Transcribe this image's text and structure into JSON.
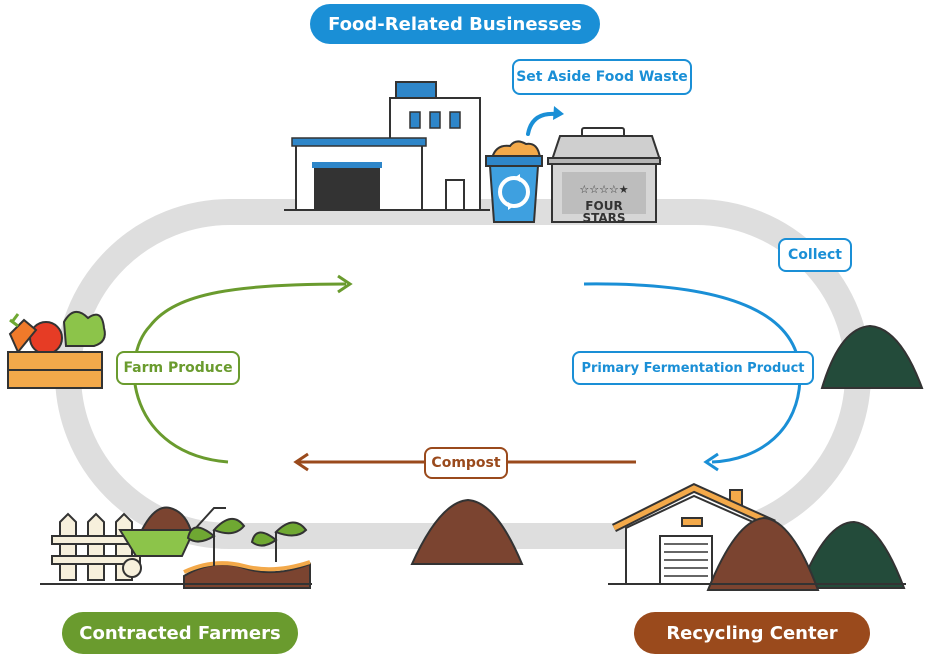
{
  "title": "Food-Related Businesses",
  "nodes": {
    "businesses": "Food-Related Businesses",
    "farmers": "Contracted Farmers",
    "recycling": "Recycling Center"
  },
  "steps": {
    "set_aside": "Set Aside Food Waste",
    "collect": "Collect",
    "primary_fermentation": "Primary Fermentation Product",
    "compost": "Compost",
    "farm_produce": "Farm Produce"
  },
  "bin_label": {
    "stars": "☆☆☆☆★",
    "brand": "FOUR STARS"
  },
  "colors": {
    "blue": "#1a8fd6",
    "green": "#6a9b2e",
    "brown": "#9a4a1c",
    "loop": "#dedede",
    "dark_green": "#234b3a",
    "soil": "#7b4430"
  }
}
